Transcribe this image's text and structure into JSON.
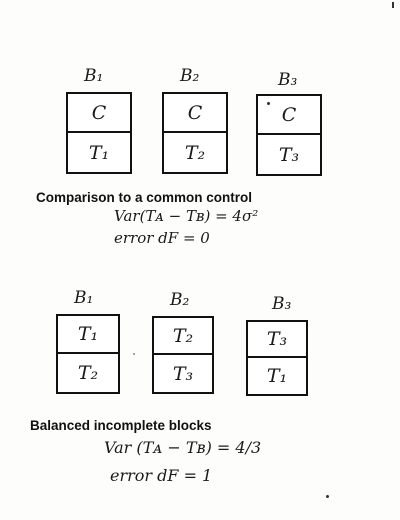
{
  "section1": {
    "heading": "Comparison to a common control",
    "blocks": [
      {
        "label": "B₁",
        "top": "C",
        "bottom": "T₁"
      },
      {
        "label": "B₂",
        "top": "C",
        "bottom": "T₂"
      },
      {
        "label": "B₃",
        "top": "C",
        "bottom": "T₃"
      }
    ],
    "formula_var": "Var(Tᴀ − Tʙ) =  4σ²",
    "formula_df": "error dF = 0"
  },
  "section2": {
    "heading": "Balanced incomplete blocks",
    "blocks": [
      {
        "label": "B₁",
        "top": "T₁",
        "bottom": "T₂"
      },
      {
        "label": "B₂",
        "top": "T₂",
        "bottom": "T₃"
      },
      {
        "label": "B₃",
        "top": "T₃",
        "bottom": "T₁"
      }
    ],
    "formula_var": "Var (Tᴀ − Tʙ) =  4/3",
    "formula_df": "error dF  =  1"
  }
}
